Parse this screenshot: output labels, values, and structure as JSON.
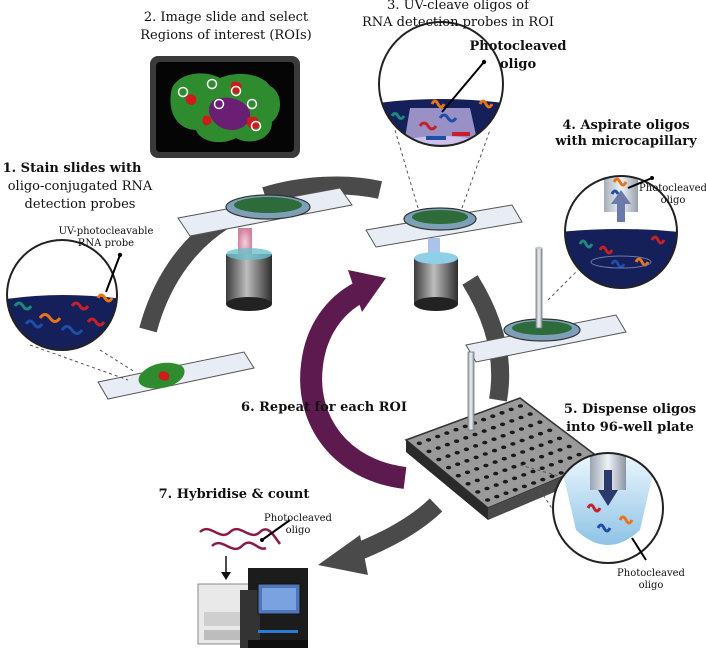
{
  "steps": {
    "s1": [
      "1. Stain slides with",
      "oligo-conjugated RNA",
      "detection probes"
    ],
    "s2": [
      "2. Image slide and select",
      "Regions of interest (ROIs)"
    ],
    "s3": [
      "3. UV-cleave oligos of",
      "RNA detection probes in ROI"
    ],
    "s4": [
      "4. Aspirate oligos",
      "with microcapillary"
    ],
    "s5": [
      "5. Dispense oligos",
      "into 96-well plate"
    ],
    "s6": "6. Repeat for each ROI",
    "s7": "7. Hybridise & count"
  },
  "callouts": {
    "uv_probe": [
      "UV-photocleavable",
      "RNA probe"
    ],
    "photocleaved_big": [
      "Photocleaved",
      "oligo"
    ],
    "photocleaved_s4": [
      "Photocleaved",
      "oligo"
    ],
    "photocleaved_s5": [
      "Photocleaved",
      "oligo"
    ],
    "photocleaved_s7": [
      "Photocleaved",
      "oligo"
    ]
  },
  "colors": {
    "cycle_arrow": "#4a4a4a",
    "repeat_arrow": "#5c1a4e",
    "liquid": "#15205a",
    "tissue": "#2e8b2e",
    "roi_red": "#d11a1a",
    "probe_orange": "#e8731a",
    "probe_teal": "#1a8a7a",
    "probe_red": "#c8202a",
    "probe_blue": "#1f4ea8",
    "oligo_purple": "#8a1a4a"
  },
  "icons": [
    "microscope-objective-icon",
    "glass-slide-icon",
    "microcapillary-icon",
    "well-plate-icon",
    "sequencer-instrument-icon",
    "monitor-icon"
  ]
}
